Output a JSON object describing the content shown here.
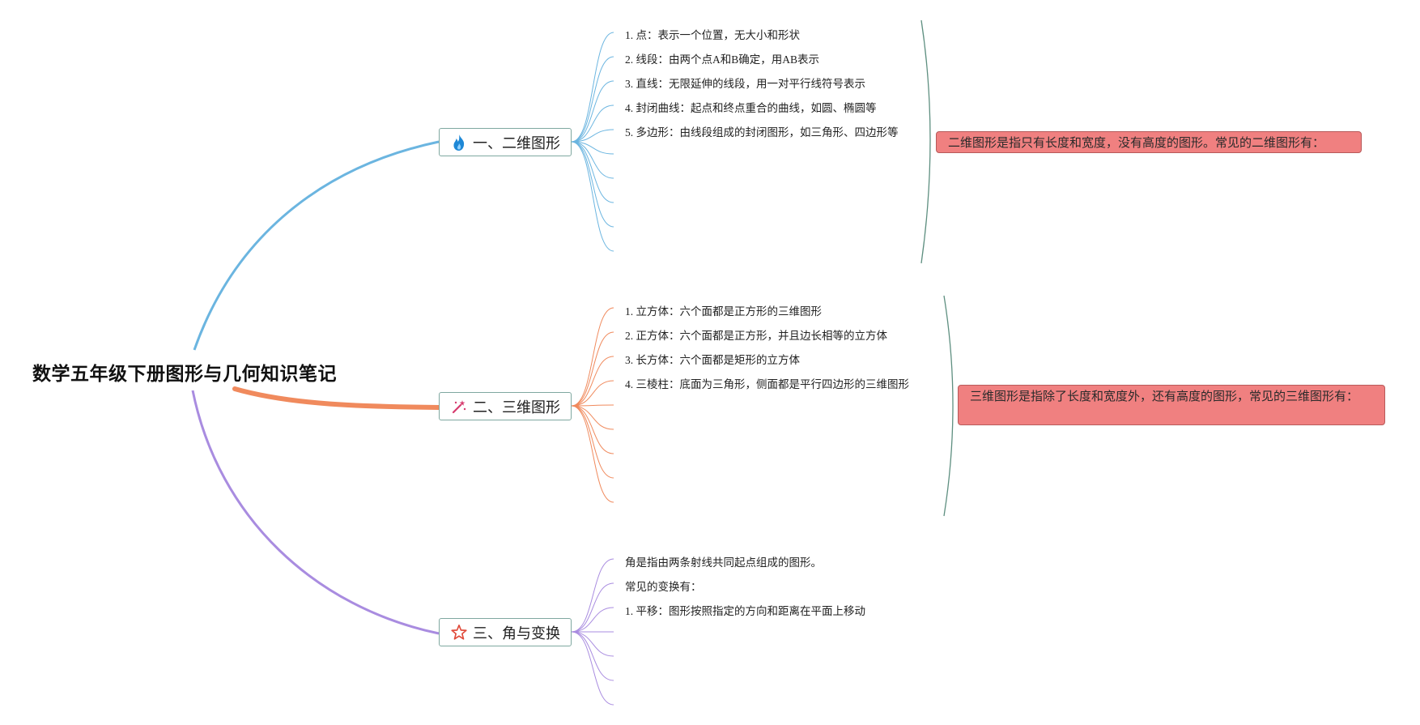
{
  "title": "数学五年级下册图形与几何知识笔记",
  "colors": {
    "branch1": "#6bb5e0",
    "branch2": "#f08a5d",
    "branch3": "#a98ce0",
    "summary_fill": "#f08080",
    "node_border": "#7fa8a0"
  },
  "branches": [
    {
      "label": "一、二维图形",
      "icon": "fire-icon",
      "leaves": [
        "1. 点：表示一个位置，无大小和形状",
        "2. 线段：由两个点A和B确定，用AB表示",
        "3. 直线：无限延伸的线段，用一对平行线符号表示",
        "4. 封闭曲线：起点和终点重合的曲线，如圆、椭圆等",
        "5. 多边形：由线段组成的封闭图形，如三角形、四边形等"
      ],
      "summary": "二维图形是指只有长度和宽度，没有高度的图形。常见的二维图形有："
    },
    {
      "label": "二、三维图形",
      "icon": "magic-wand-icon",
      "leaves": [
        "1. 立方体：六个面都是正方形的三维图形",
        "2. 正方体：六个面都是正方形，并且边长相等的立方体",
        "3. 长方体：六个面都是矩形的立方体",
        "4. 三棱柱：底面为三角形，侧面都是平行四边形的三维图形"
      ],
      "summary": "三维图形是指除了长度和宽度外，还有高度的图形，常见的三维图形有："
    },
    {
      "label": "三、角与变换",
      "icon": "star-icon",
      "leaves": [
        "角是指由两条射线共同起点组成的图形。",
        "常见的变换有：",
        "1. 平移：图形按照指定的方向和距离在平面上移动"
      ]
    }
  ]
}
